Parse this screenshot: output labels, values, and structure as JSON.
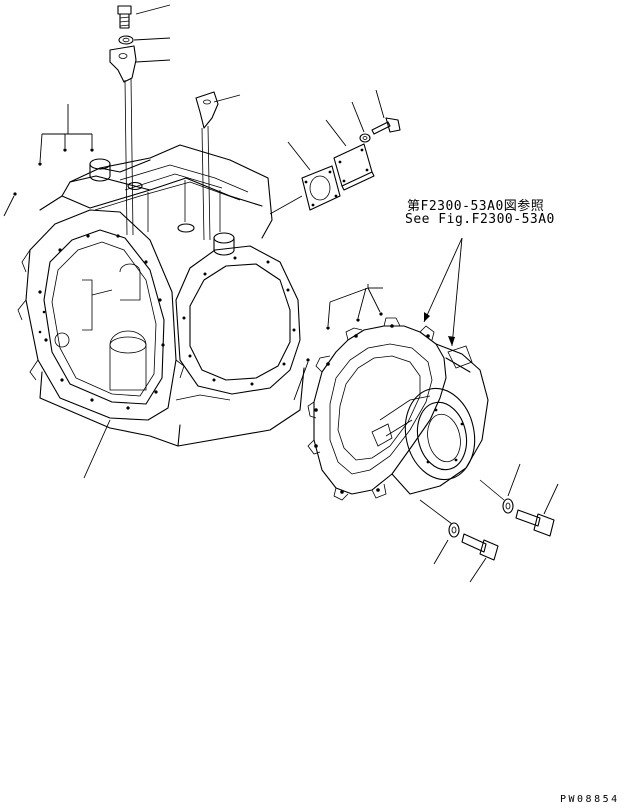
{
  "reference": {
    "japanese": "第F2300-53A0図参照",
    "english": "See Fig.F2300-53A0"
  },
  "drawing_code": "PW08854"
}
